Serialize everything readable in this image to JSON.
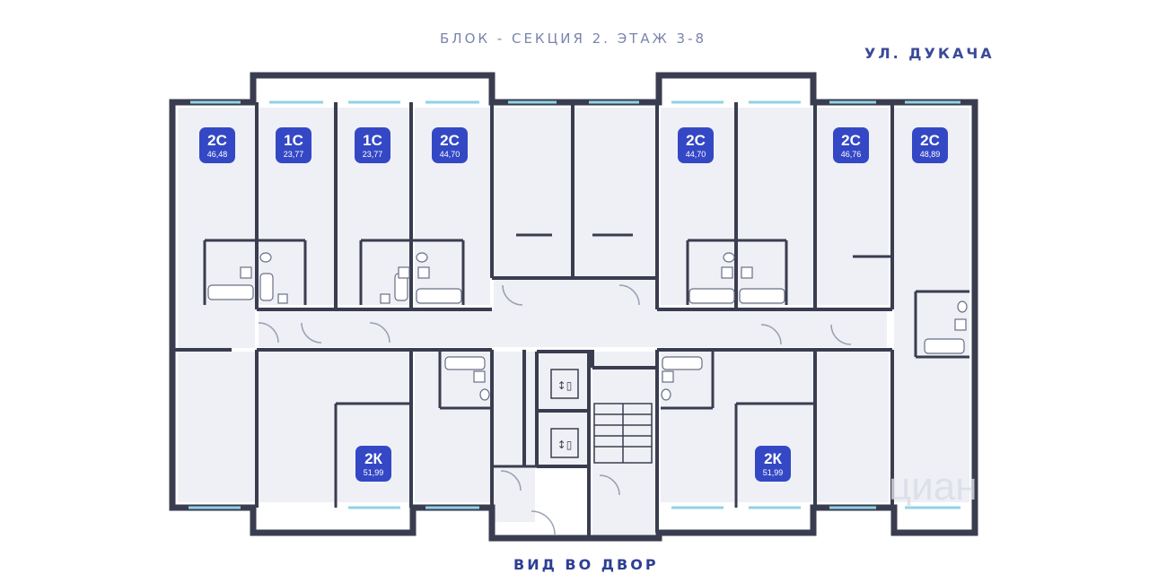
{
  "header": {
    "title": "БЛОК - СЕКЦИЯ 2. ЭТАЖ 3-8"
  },
  "street": {
    "label": "УЛ. ДУКАЧА"
  },
  "footer": {
    "view_label": "ВИД ВО ДВОР"
  },
  "watermark": {
    "text": "циан"
  },
  "colors": {
    "wall": "#3a3d4f",
    "room": "#f0f1f5",
    "corridor": "#e6e7ee",
    "badge": "#3448c5",
    "window": "#8fd3e6"
  },
  "apartments": [
    {
      "id": "a1",
      "code": "2С",
      "area": "46,48"
    },
    {
      "id": "a2",
      "code": "1С",
      "area": "23,77"
    },
    {
      "id": "a3",
      "code": "1С",
      "area": "23,77"
    },
    {
      "id": "a4",
      "code": "2С",
      "area": "44,70"
    },
    {
      "id": "a5",
      "code": "2С",
      "area": "44,70"
    },
    {
      "id": "a6",
      "code": "2С",
      "area": "46,76"
    },
    {
      "id": "a7",
      "code": "2С",
      "area": "48,89"
    },
    {
      "id": "a8",
      "code": "2К",
      "area": "51,99"
    },
    {
      "id": "a9",
      "code": "2К",
      "area": "51,99"
    }
  ],
  "icons": [
    "elevator-icon",
    "elevator-icon",
    "stair-icon",
    "bathtub-icon",
    "toilet-icon",
    "sink-icon"
  ]
}
